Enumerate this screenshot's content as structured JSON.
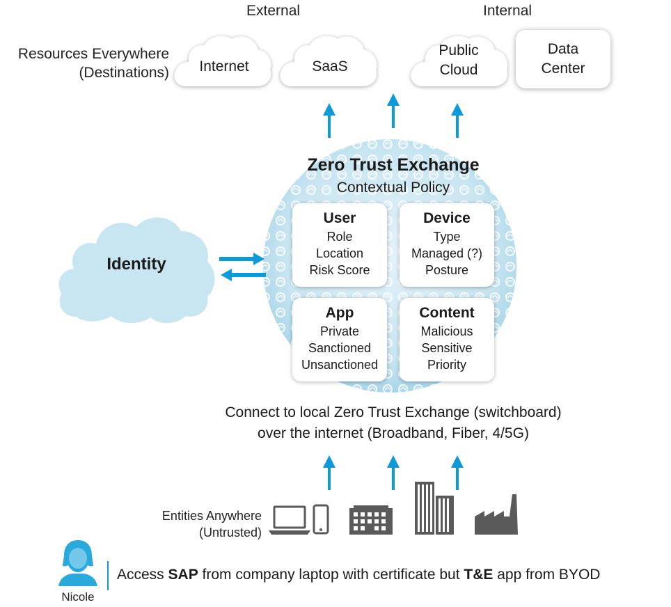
{
  "headers": {
    "external": "External",
    "internal": "Internal"
  },
  "resources": {
    "label_line1": "Resources Everywhere",
    "label_line2": "(Destinations)"
  },
  "destinations": {
    "internet": "Internet",
    "saas": "SaaS",
    "public_cloud_line1": "Public",
    "public_cloud_line2": "Cloud",
    "data_center_line1": "Data",
    "data_center_line2": "Center"
  },
  "zte": {
    "title": "Zero Trust Exchange",
    "subtitle": "Contextual Policy"
  },
  "identity": {
    "label": "Identity"
  },
  "cards": {
    "user": {
      "title": "User",
      "lines": [
        "Role",
        "Location",
        "Risk Score"
      ]
    },
    "device": {
      "title": "Device",
      "lines": [
        "Type",
        "Managed (?)",
        "Posture"
      ]
    },
    "app": {
      "title": "App",
      "lines": [
        "Private",
        "Sanctioned",
        "Unsanctioned"
      ]
    },
    "content": {
      "title": "Content",
      "lines": [
        "Malicious",
        "Sensitive",
        "Priority"
      ]
    }
  },
  "connect": {
    "line1": "Connect to local Zero Trust Exchange (switchboard)",
    "line2": "over the internet (Broadband, Fiber, 4/5G)"
  },
  "entities": {
    "line1": "Entities Anywhere",
    "line2": "(Untrusted)"
  },
  "access": {
    "part1": "Access ",
    "bold1": "SAP",
    "part2": " from company laptop with certificate but ",
    "bold2": "T&E",
    "part3": " app from BYOD"
  },
  "user": {
    "name": "Nicole"
  },
  "colors": {
    "arrow_blue": "#0d9ad8",
    "identity_cloud": "#c8e6f1",
    "sphere": "#cfe8f3",
    "icon_gray": "#5a5a5a",
    "avatar": "#29a9dc"
  },
  "icons": [
    "laptop-icon",
    "phone-icon",
    "office-building-icon",
    "skyscrapers-icon",
    "factory-icon",
    "user-avatar-icon"
  ]
}
